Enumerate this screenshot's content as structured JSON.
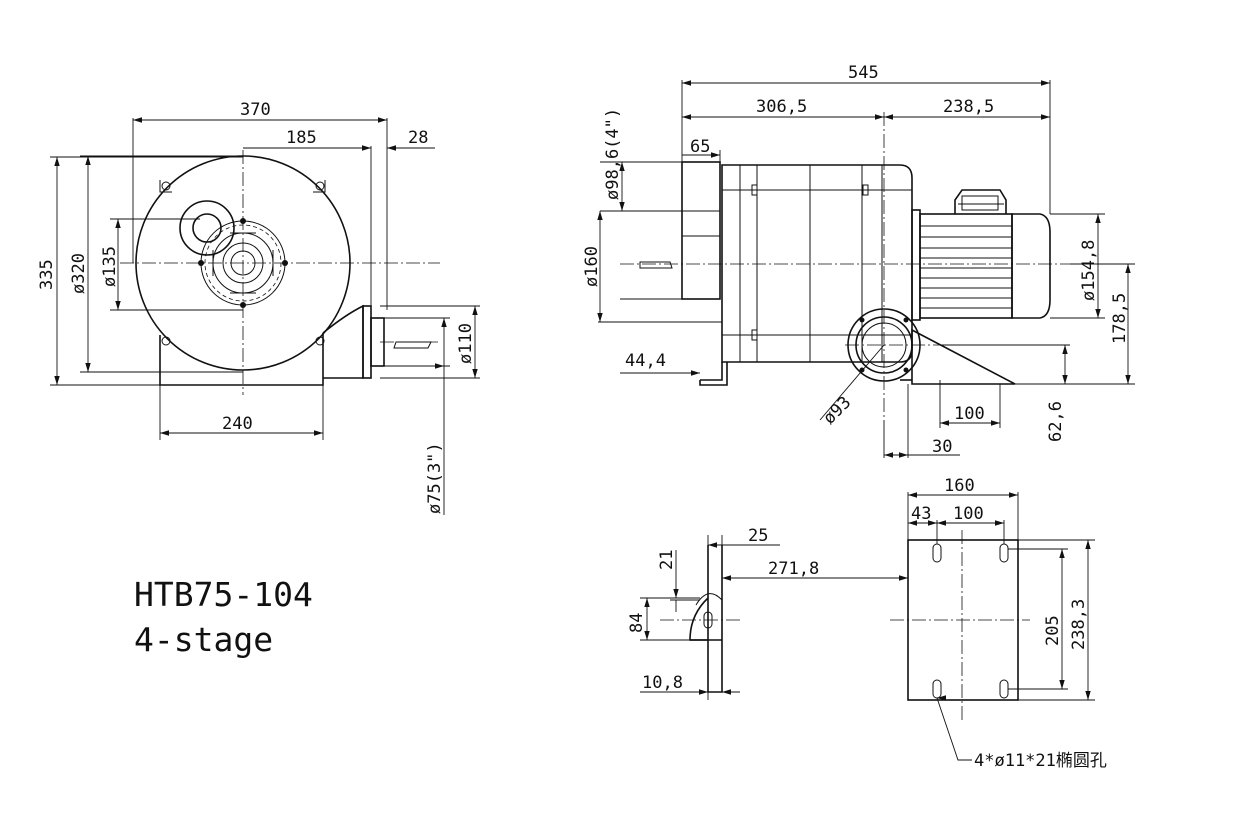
{
  "model": "HTB75-104",
  "stages": "4-stage",
  "front_view": {
    "d370": "370",
    "d185": "185",
    "d28": "28",
    "d335": "335",
    "d320": "ø320",
    "d135": "ø135",
    "d240": "240",
    "d110": "ø110",
    "d75": "ø75(3\")"
  },
  "side_view": {
    "d545": "545",
    "d306": "306,5",
    "d238": "238,5",
    "d65": "65",
    "d98": "ø98,6(4\")",
    "d160": "ø160",
    "d154": "ø154,8",
    "d178": "178,5",
    "d44": "44,4",
    "d93": "ø93",
    "d100": "100",
    "d30": "30",
    "d62": "62,6"
  },
  "bracket_side": {
    "d25": "25",
    "d21": "21",
    "d271": "271,8",
    "d84": "84",
    "d10": "10,8"
  },
  "bracket_plan": {
    "d160": "160",
    "d43": "43",
    "d100": "100",
    "d205": "205",
    "d238": "238,3",
    "holes_note": "4*ø11*21椭圆孔"
  }
}
